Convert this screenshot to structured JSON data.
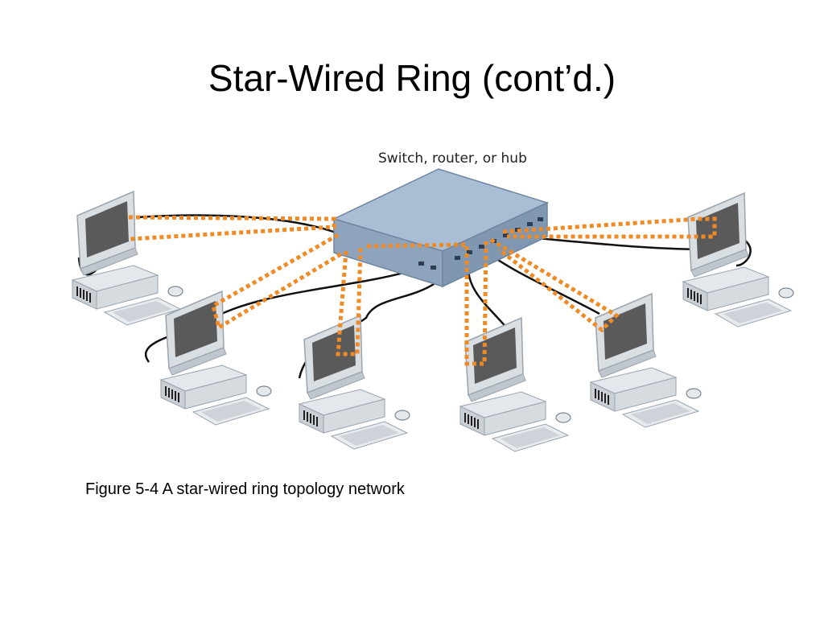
{
  "slide": {
    "title": "Star-Wired Ring (cont’d.)",
    "caption": "Figure 5-4 A star-wired ring topology network"
  },
  "diagram": {
    "hub_label": "Switch, router, or hub",
    "colors": {
      "ring": "#F08A24",
      "cable": "#111111",
      "hub_top": "#A9BED4",
      "hub_side": "#7F97B0",
      "screen": "#5A5A5A"
    },
    "workstations": [
      "pc-1",
      "pc-2",
      "pc-3",
      "pc-4",
      "pc-5",
      "pc-6"
    ]
  }
}
